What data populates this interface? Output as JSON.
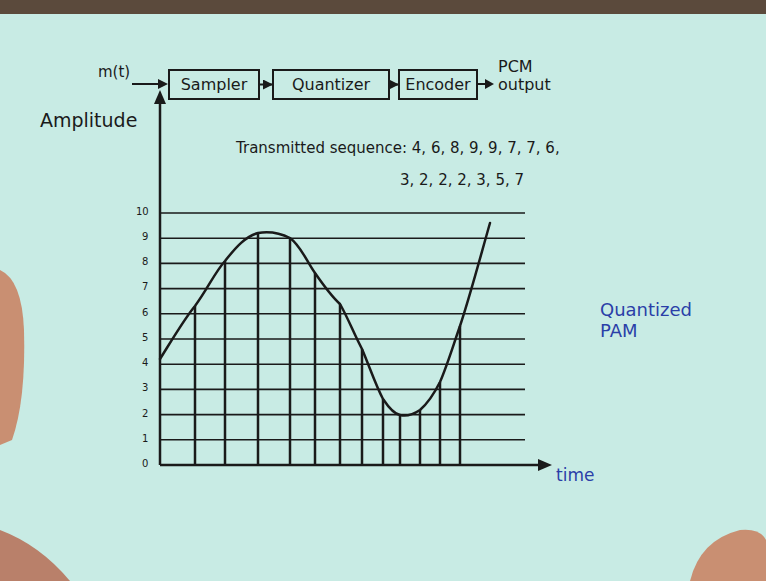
{
  "diagram": {
    "nodes": [
      {
        "text": [
          "Sampler"
        ]
      },
      {
        "text": [
          "Quantizer"
        ]
      },
      {
        "text": [
          "Encoder"
        ]
      }
    ],
    "edges": [
      {
        "from": 0,
        "to": 1,
        "arrow": "to"
      },
      {
        "from": 1,
        "to": 2,
        "arrow": "to"
      }
    ],
    "labels": [
      "m(t)",
      "PCM output",
      "Amplitude",
      "Transmitted sequence: 4, 6, 8, 9, 9, 7, 7, 6,",
      "3, 2, 2, 2, 3, 5, 7",
      "10",
      "9",
      "8",
      "7",
      "6",
      "5",
      "4",
      "3",
      "2",
      "1",
      "0",
      "Quantized PAM",
      "time"
    ]
  }
}
